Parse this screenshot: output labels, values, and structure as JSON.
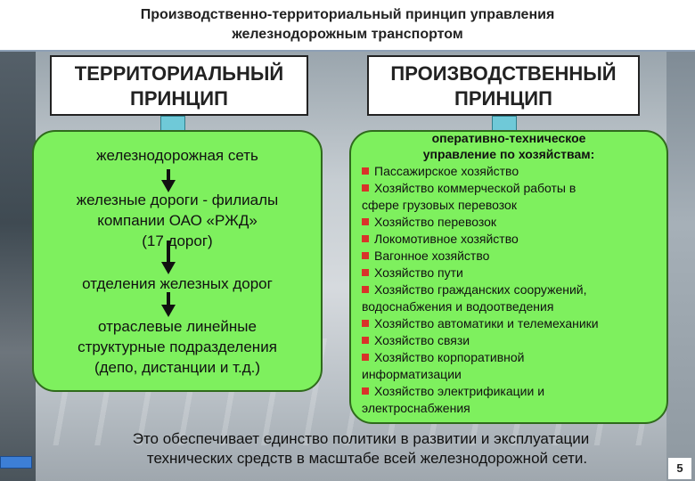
{
  "header": {
    "title_line1": "Производственно-территориальный принцип управления",
    "title_line2": "железнодорожным транспортом"
  },
  "left": {
    "title_line1": "ТЕРРИТОРИАЛЬНЫЙ",
    "title_line2": "ПРИНЦИП",
    "levels": [
      "железнодорожная сеть",
      "железные дороги - филиалы",
      "компании ОАО «РЖД»",
      "(17 дорог)",
      "отделения железных дорог",
      "отраслевые линейные",
      "структурные подразделения",
      "(депо, дистанции и т.д.)"
    ]
  },
  "right": {
    "title_line1": "ПРОИЗВОДСТВЕННЫЙ",
    "title_line2": "ПРИНЦИП",
    "subtitle_line1": "оперативно-техническое",
    "subtitle_line2": "управление по хозяйствам:",
    "items": [
      "Пассажирское хозяйство",
      "Хозяйство коммерческой работы в",
      "сфере грузовых перевозок",
      "Хозяйство перевозок",
      "Локомотивное хозяйство",
      "Вагонное хозяйство",
      "Хозяйство пути",
      "Хозяйство гражданских сооружений,",
      "водоснабжения и водоотведения",
      "Хозяйство автоматики и телемеханики",
      "Хозяйство связи",
      "Хозяйство корпоративной",
      "информатизации",
      "Хозяйство электрификации и",
      "электроснабжения"
    ]
  },
  "footer": {
    "line1": "Это обеспечивает единство политики в развитии и эксплуатации",
    "line2": "технических средств в масштабе всей железнодорожной сети."
  },
  "page_number": "5",
  "colors": {
    "box_fill": "#7ef05e",
    "bullet": "#d8332a",
    "connector": "#6fc9d8"
  }
}
